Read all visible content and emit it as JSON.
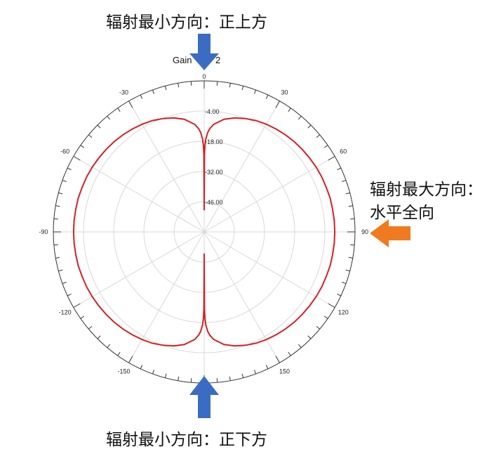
{
  "annotations": {
    "top": "辐射最小方向：正上方",
    "right_line1": "辐射最大方向：",
    "right_line2": "水平全向",
    "bottom": "辐射最小方向：正下方"
  },
  "colors": {
    "trace": "#d42027",
    "grid": "#d8d8d8",
    "axis": "#333333",
    "arrow_blue": "#3a6cc4",
    "arrow_orange": "#f07a20"
  },
  "chart_data": {
    "type": "polar",
    "title_parts": [
      "Gain",
      "2"
    ],
    "angle_ticks": [
      0,
      30,
      60,
      90,
      120,
      150,
      -150,
      -120,
      -90,
      -60,
      -30
    ],
    "angle_labels": [
      "0",
      "30",
      "60",
      "90",
      "120",
      "150",
      "-150",
      "-120",
      "-90",
      "-60",
      "-30"
    ],
    "radial_labels": [
      "-4.00",
      "-18.00",
      "-32.00",
      "-46.00"
    ],
    "radial_rings_db": [
      -4,
      -18,
      -32,
      -46
    ],
    "rlim_db": [
      -60,
      10
    ],
    "grid": true,
    "series": [
      {
        "theta_deg": [
          0,
          0.2,
          0.5,
          1,
          2,
          3,
          5,
          10,
          15,
          20,
          25,
          30,
          35,
          40,
          45,
          50,
          55,
          60,
          65,
          70,
          75,
          80,
          85,
          90,
          95,
          100,
          105,
          110,
          115,
          120,
          125,
          130,
          135,
          140,
          145,
          150,
          155,
          160,
          165,
          170,
          175,
          177,
          178,
          179,
          179.5,
          179.8,
          180,
          -179.8,
          -179.5,
          -179,
          -178,
          -177,
          -175,
          -170,
          -165,
          -160,
          -155,
          -150,
          -145,
          -140,
          -135,
          -130,
          -125,
          -120,
          -115,
          -110,
          -105,
          -100,
          -95,
          -90,
          -85,
          -80,
          -75,
          -70,
          -65,
          -60,
          -55,
          -50,
          -45,
          -40,
          -35,
          -30,
          -25,
          -20,
          -15,
          -10,
          -5,
          -3,
          -2,
          -1,
          -0.5,
          -0.2,
          0
        ],
        "gain_db": [
          -50,
          -24,
          -20,
          -17,
          -14,
          -12.2,
          -10,
          -7,
          -5.3,
          -4.1,
          -3.1,
          -2.4,
          -1.8,
          -1.3,
          -0.9,
          -0.6,
          -0.3,
          0,
          0.2,
          0.3,
          0.5,
          0.5,
          0.6,
          0.6,
          0.6,
          0.5,
          0.5,
          0.3,
          0.2,
          0,
          -0.3,
          -0.6,
          -0.9,
          -1.3,
          -1.8,
          -2.4,
          -3.1,
          -4.1,
          -5.3,
          -7,
          -10,
          -12.2,
          -14,
          -17,
          -20,
          -24,
          -50,
          -24,
          -20,
          -17,
          -14,
          -12.2,
          -10,
          -7,
          -5.3,
          -4.1,
          -3.1,
          -2.4,
          -1.8,
          -1.3,
          -0.9,
          -0.6,
          -0.3,
          0,
          0.2,
          0.3,
          0.5,
          0.5,
          0.6,
          0.6,
          0.6,
          0.5,
          0.5,
          0.3,
          0.2,
          0,
          -0.3,
          -0.6,
          -0.9,
          -1.3,
          -1.8,
          -2.4,
          -3.1,
          -4.1,
          -5.3,
          -7,
          -10,
          -12.2,
          -14,
          -17,
          -20,
          -24,
          -50
        ]
      }
    ]
  }
}
